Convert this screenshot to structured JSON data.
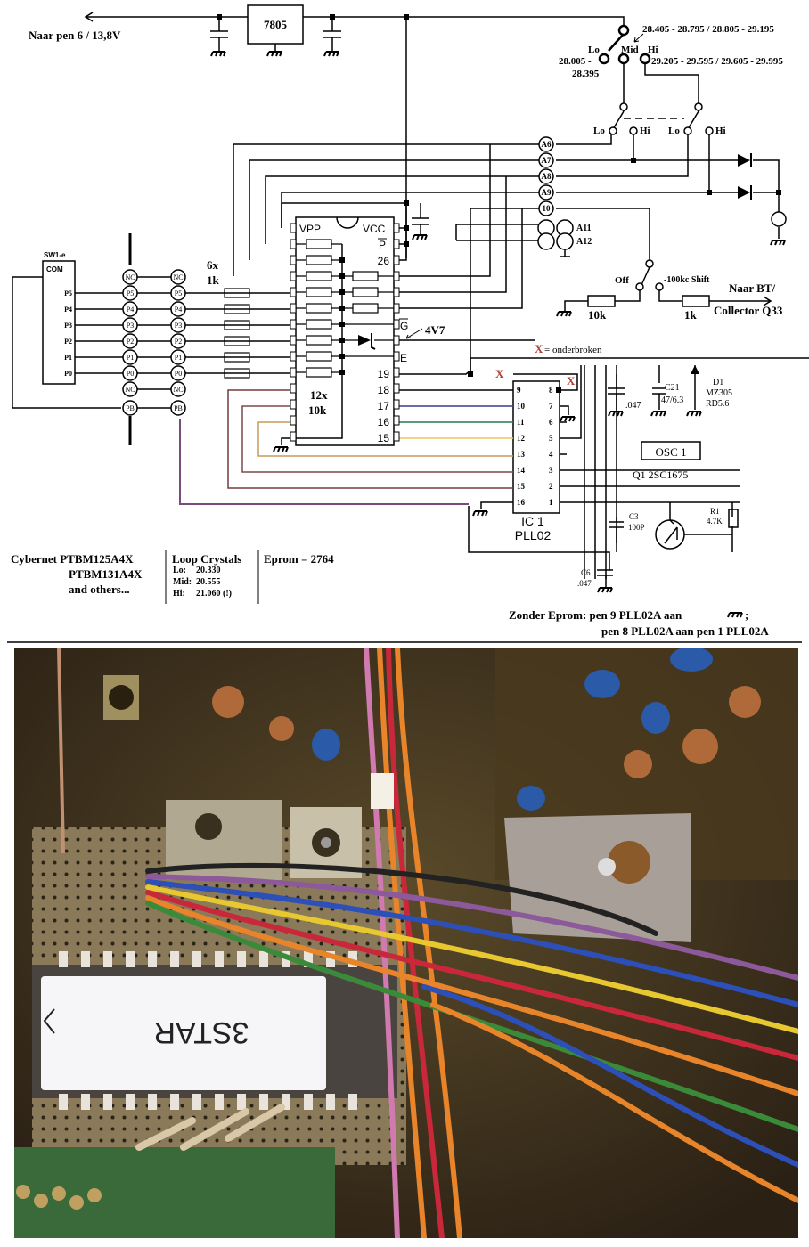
{
  "schematic": {
    "supply": {
      "label": "Naar pen 6 / 13,8V",
      "regulator": "7805"
    },
    "band_switch": {
      "positions": [
        "Lo",
        "Mid",
        "Hi"
      ],
      "mid_range": "28.405 - 28.795 / 28.805 - 29.195",
      "lo_range_line1": "28.005 -",
      "lo_range_line2": "28.395",
      "hi_range": "29.205 - 29.595 / 29.605 - 29.995",
      "sub_switch_labels": [
        "Lo",
        "Hi",
        "Lo",
        "Hi"
      ]
    },
    "connector_pins": [
      "A6",
      "A7",
      "A8",
      "A9",
      "10",
      "A11",
      "A12"
    ],
    "shift_switch": {
      "off_label": "Off",
      "shift_label": "-100kc Shift",
      "r1": "10k",
      "r2": "1k",
      "dest_line1": "Naar BT/",
      "dest_line2": "Collector Q33"
    },
    "sw1": {
      "title": "SW1-e",
      "com": "COM",
      "pins": [
        "P5",
        "P4",
        "P3",
        "P2",
        "P1",
        "P0"
      ],
      "header_pins": [
        "NC",
        "P5",
        "P4",
        "P3",
        "P2",
        "P1",
        "P0",
        "NC",
        "PB"
      ]
    },
    "resistor_note_1": {
      "line1": "6x",
      "line2": "1k"
    },
    "resistor_note_2": {
      "line1": "12x",
      "line2": "10k"
    },
    "eprom_chip": {
      "vpp": "VPP",
      "vcc": "VCC",
      "p_bar": "P",
      "g_bar": "G",
      "e": "E",
      "right_pins": [
        "26",
        "19",
        "18",
        "17",
        "16",
        "15"
      ],
      "zener": "4V7"
    },
    "legend_x": {
      "mark": "X",
      "text": "= onderbroken"
    },
    "ic1": {
      "name_line1": "IC 1",
      "name_line2": "PLL02",
      "left_pins": [
        "9",
        "10",
        "11",
        "12",
        "13",
        "14",
        "15",
        "16"
      ],
      "right_pins": [
        "8",
        "7",
        "6",
        "5",
        "4",
        "3",
        "2",
        "1"
      ]
    },
    "components": {
      "cap_047": ".047",
      "c21_line1": "C21",
      "c21_line2": "47/6.3",
      "d1_line1": "D1",
      "d1_line2": "MZ305",
      "d1_line3": "RD5.6",
      "osc": "OSC 1",
      "q1": "Q1   2SC1675",
      "c3_line1": "C3",
      "c3_line2": "100P",
      "r1_line1": "R1",
      "r1_line2": "4.7K",
      "c6_line1": "C6",
      "c6_line2": ".047"
    },
    "models": {
      "line1": "Cybernet PTBM125A4X",
      "line2": "PTBM131A4X",
      "line3": "and others..."
    },
    "loop_crystals": {
      "title": "Loop Crystals",
      "rows": [
        {
          "label": "Lo:",
          "value": "20.330"
        },
        {
          "label": "Mid:",
          "value": "20.555"
        },
        {
          "label": "Hi:",
          "value": "21.060 (!)"
        }
      ]
    },
    "eprom_note": "Eprom = 2764",
    "footer_note": {
      "line1": "Zonder Eprom: pen 9 PLL02A aan",
      "line1_end": ";",
      "line2": "pen 8 PLL02A aan pen 1 PLL02A"
    }
  },
  "photo": {
    "eprom_label": "3STAR",
    "colors": {
      "board": "#4a3a22",
      "wire_orange": "#e8852a",
      "wire_blue": "#2c4fb8",
      "wire_red": "#c8283a",
      "wire_purple": "#8c5a9a",
      "wire_yellow": "#e8c830",
      "wire_green": "#3a8a3a"
    }
  },
  "colors": {
    "wire_brown": "#7a3a3a",
    "wire_purple": "#7a4a7a",
    "wire_blue": "#3a3a8a",
    "wire_green": "#2a7a4a",
    "wire_yellow": "#e8c860",
    "wire_orange": "#c89a5a",
    "mark_red": "#b04030"
  }
}
